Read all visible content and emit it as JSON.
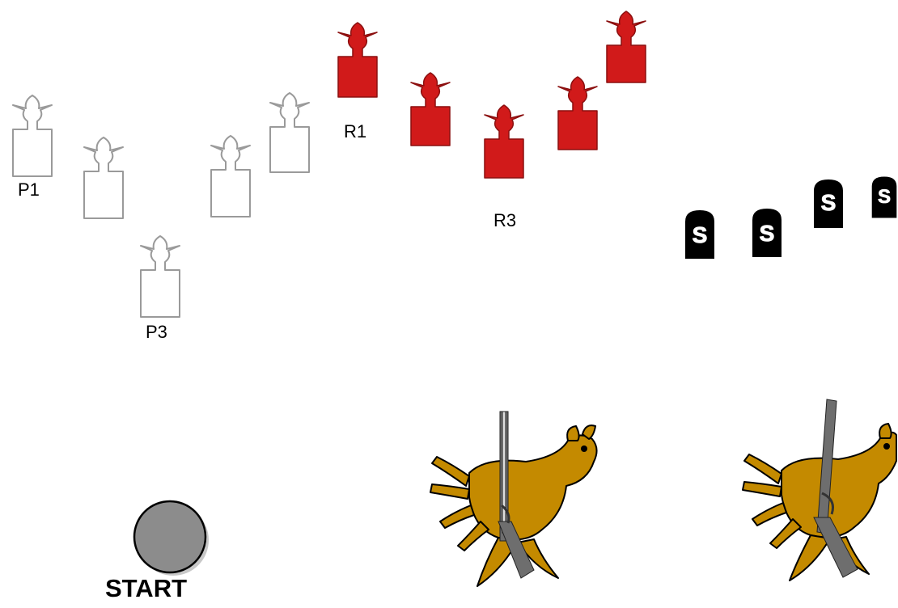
{
  "colors": {
    "pistol_target_outline": "#9a9a9a",
    "rifle_target_fill": "#d11a1a",
    "rifle_target_stroke": "#8b0f0f",
    "shotgun_target_fill": "#000000",
    "start_button_fill": "#8c8c8c",
    "horse_fill": "#c48a00",
    "gun_color": "#6e6e6e"
  },
  "labels": {
    "p1": "P1",
    "p3": "P3",
    "r1": "R1",
    "r3": "R3",
    "start": "START"
  },
  "shotgun_letter": "S",
  "icons": {
    "pistol_target": "cowboy-silhouette-outline-icon",
    "rifle_target": "cowboy-silhouette-red-icon",
    "shotgun_target": "knockdown-plate-s-icon",
    "start": "start-button-icon",
    "prop": "hobby-horse-with-rifle-icon"
  }
}
